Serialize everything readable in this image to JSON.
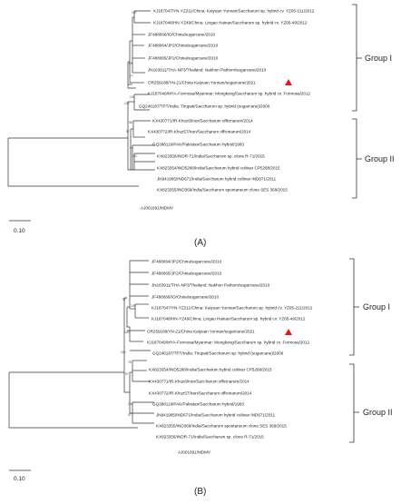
{
  "panels": [
    {
      "panel_label": "(A)",
      "scale_label": "0.10",
      "groups": [
        {
          "label": "Group I"
        },
        {
          "label": "Group II"
        }
      ],
      "taxa": [
        {
          "label": "KJ187047/YN-YZ211/China: Kaiyuan Yunnan/Saccharum sp. hybrid cv. YZ05-211/2012"
        },
        {
          "label": "KJ187048/HN-YZ49/China: Lingao Hainan/Saccharum sp. hybrid cv. YZ05-49/2012"
        },
        {
          "label": "JF488066/IO/China/sugarcane/2010"
        },
        {
          "label": "JF488064/JP2/China/sugarcane/2010"
        },
        {
          "label": "JF488065/JP2/China/sugarcane/2010"
        },
        {
          "label": "JN163911/THA-NP3/Thailand: Nakhon Pathom/sugarcane/2010"
        },
        {
          "label": "OR259188/YN-21/China Kaiyuan Yunnan/sugarcane/2021",
          "marker": "red-triangle"
        },
        {
          "label": "KJ187049/MYA-Formosa/Myanmar: Mongkong/Saccharum sp. hybrid cv. Formosa/2012"
        },
        {
          "label": "GQ246187/TPT/India: Tirupati/Saccharum sp. hybrid (sugarcane)/2006"
        },
        {
          "label": "KX430771/IR-Khuz6/Iran/Saccharum officinarum/2014"
        },
        {
          "label": "KX430772/IR-Khuz57/Iran/Saccharum officinarum/2014"
        },
        {
          "label": "GQ388116/PAK/Pakistan/Saccharum hybrid/1983"
        },
        {
          "label": "KX823356/INDR-71/India/Saccharum sp. clone R-71/2015"
        },
        {
          "label": "KX823354/IND5268/India/Saccharum hybrid cultivar CP5268/2015"
        },
        {
          "label": "JN941985/IND671/India/Saccharum hybrid cultivar IND671/2011"
        },
        {
          "label": "KX823355/IND369/India/Saccharum spontaneum clone SES 369/2015"
        },
        {
          "label": "AJ001691/MDMV"
        }
      ]
    },
    {
      "panel_label": "(B)",
      "scale_label": "0.10",
      "groups": [
        {
          "label": "Group I"
        },
        {
          "label": "Group II"
        }
      ],
      "taxa": [
        {
          "label": "JF488064/JP2/China/sugarcane/2010"
        },
        {
          "label": "JF488065/JP2/China/sugarcane/2010"
        },
        {
          "label": "JN163911/THA-NP3/Thailand: Nakhon Pathom/sugarcane/2010"
        },
        {
          "label": "JF488066/IO/China/sugarcane/2010"
        },
        {
          "label": "KJ187047/YN-YZ211/China: Kaiyuan Yunnan/Saccharum sp. hybrid cv. YZ05-211/2012"
        },
        {
          "label": "KJ187048/HN-YZ49/China: Lingao Hainan/Saccharum sp. hybrid cv. YZ05-49/2012"
        },
        {
          "label": "OR259188/YN-21/China Kaiyuan Yunnan/sugarcane/2021",
          "marker": "red-triangle"
        },
        {
          "label": "KJ187049/MYA-Formosa/Myanmar: Mongkong/Saccharum sp. hybrid cv. Formosa/2012"
        },
        {
          "label": "GQ246187/TPT/India: Tirupati/Saccharum sp. hybrid (sugarcane)/2006"
        },
        {
          "label": "KX823354/IND5268/India/Saccharum hybrid cultivar CP5268/2015"
        },
        {
          "label": "KX430771/IR-Khuz6/Iran/Saccharum officinarum/2014"
        },
        {
          "label": "KX430772/IR-Khuz57/Iran/Saccharum officinarum/2014"
        },
        {
          "label": "GQ388116/PAK/Pakistan/Saccharum hybrid/1983"
        },
        {
          "label": "JN941985/IND671/India/Saccharum hybrid cultivar IND671/2011"
        },
        {
          "label": "KX823355/IND369/India/Saccharum spontaneum clone SES 369/2015"
        },
        {
          "label": "KX823356/INDR-71/India/Saccharum sp. clone R-71/2015"
        },
        {
          "label": "AJ001691/MDMV"
        }
      ]
    }
  ],
  "colors": {
    "branch": "#333333",
    "marker": "#e8151b",
    "text": "#222222"
  }
}
